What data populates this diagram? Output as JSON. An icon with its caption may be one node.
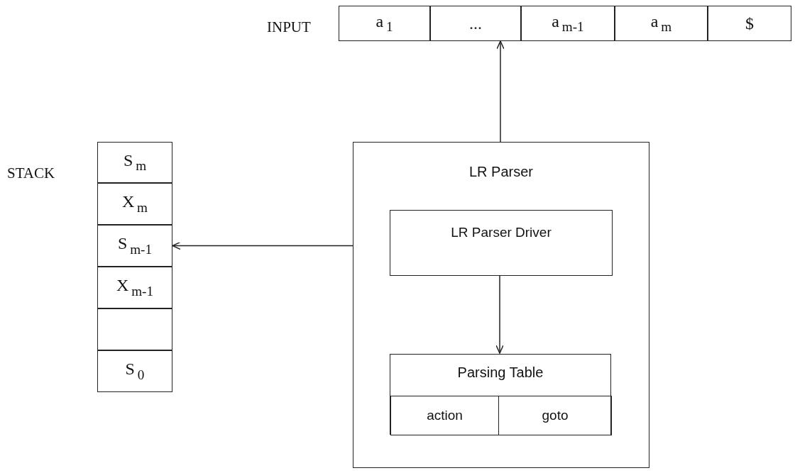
{
  "diagram": {
    "nodes": [
      {
        "text": [
          "a$_{1}$"
        ]
      },
      {
        "text": [
          "..."
        ]
      },
      {
        "text": [
          "a$_{m-1}$"
        ]
      },
      {
        "text": [
          "a$_{m}$"
        ]
      },
      {
        "text": [
          "$"
        ]
      },
      {
        "text": [
          "S$_{m}$"
        ]
      },
      {
        "text": [
          "X$_{m}$"
        ]
      },
      {
        "text": [
          "S$_{m-1}$"
        ]
      },
      {
        "text": [
          "X$_{m-1}$"
        ]
      },
      {
        "text": [],
        "shape": "box"
      },
      {
        "text": [
          "S$_{0}$"
        ]
      },
      {
        "text": [
          "LR Parser"
        ]
      },
      {
        "text": [
          "LR Parser Driver"
        ],
        "in": 11
      },
      {
        "text": [
          "Parsing Table"
        ],
        "in": 11
      },
      {
        "text": [
          "action"
        ],
        "in": 13
      },
      {
        "text": [
          "goto"
        ],
        "in": 13
      }
    ],
    "edges": [
      {
        "from": 11,
        "to": 1,
        "arrow": "to"
      },
      {
        "from": 11,
        "to": 7,
        "arrow": "to"
      },
      {
        "from": 12,
        "to": 13,
        "arrow": "to"
      }
    ],
    "labels": [
      "INPUT",
      "STACK"
    ]
  }
}
